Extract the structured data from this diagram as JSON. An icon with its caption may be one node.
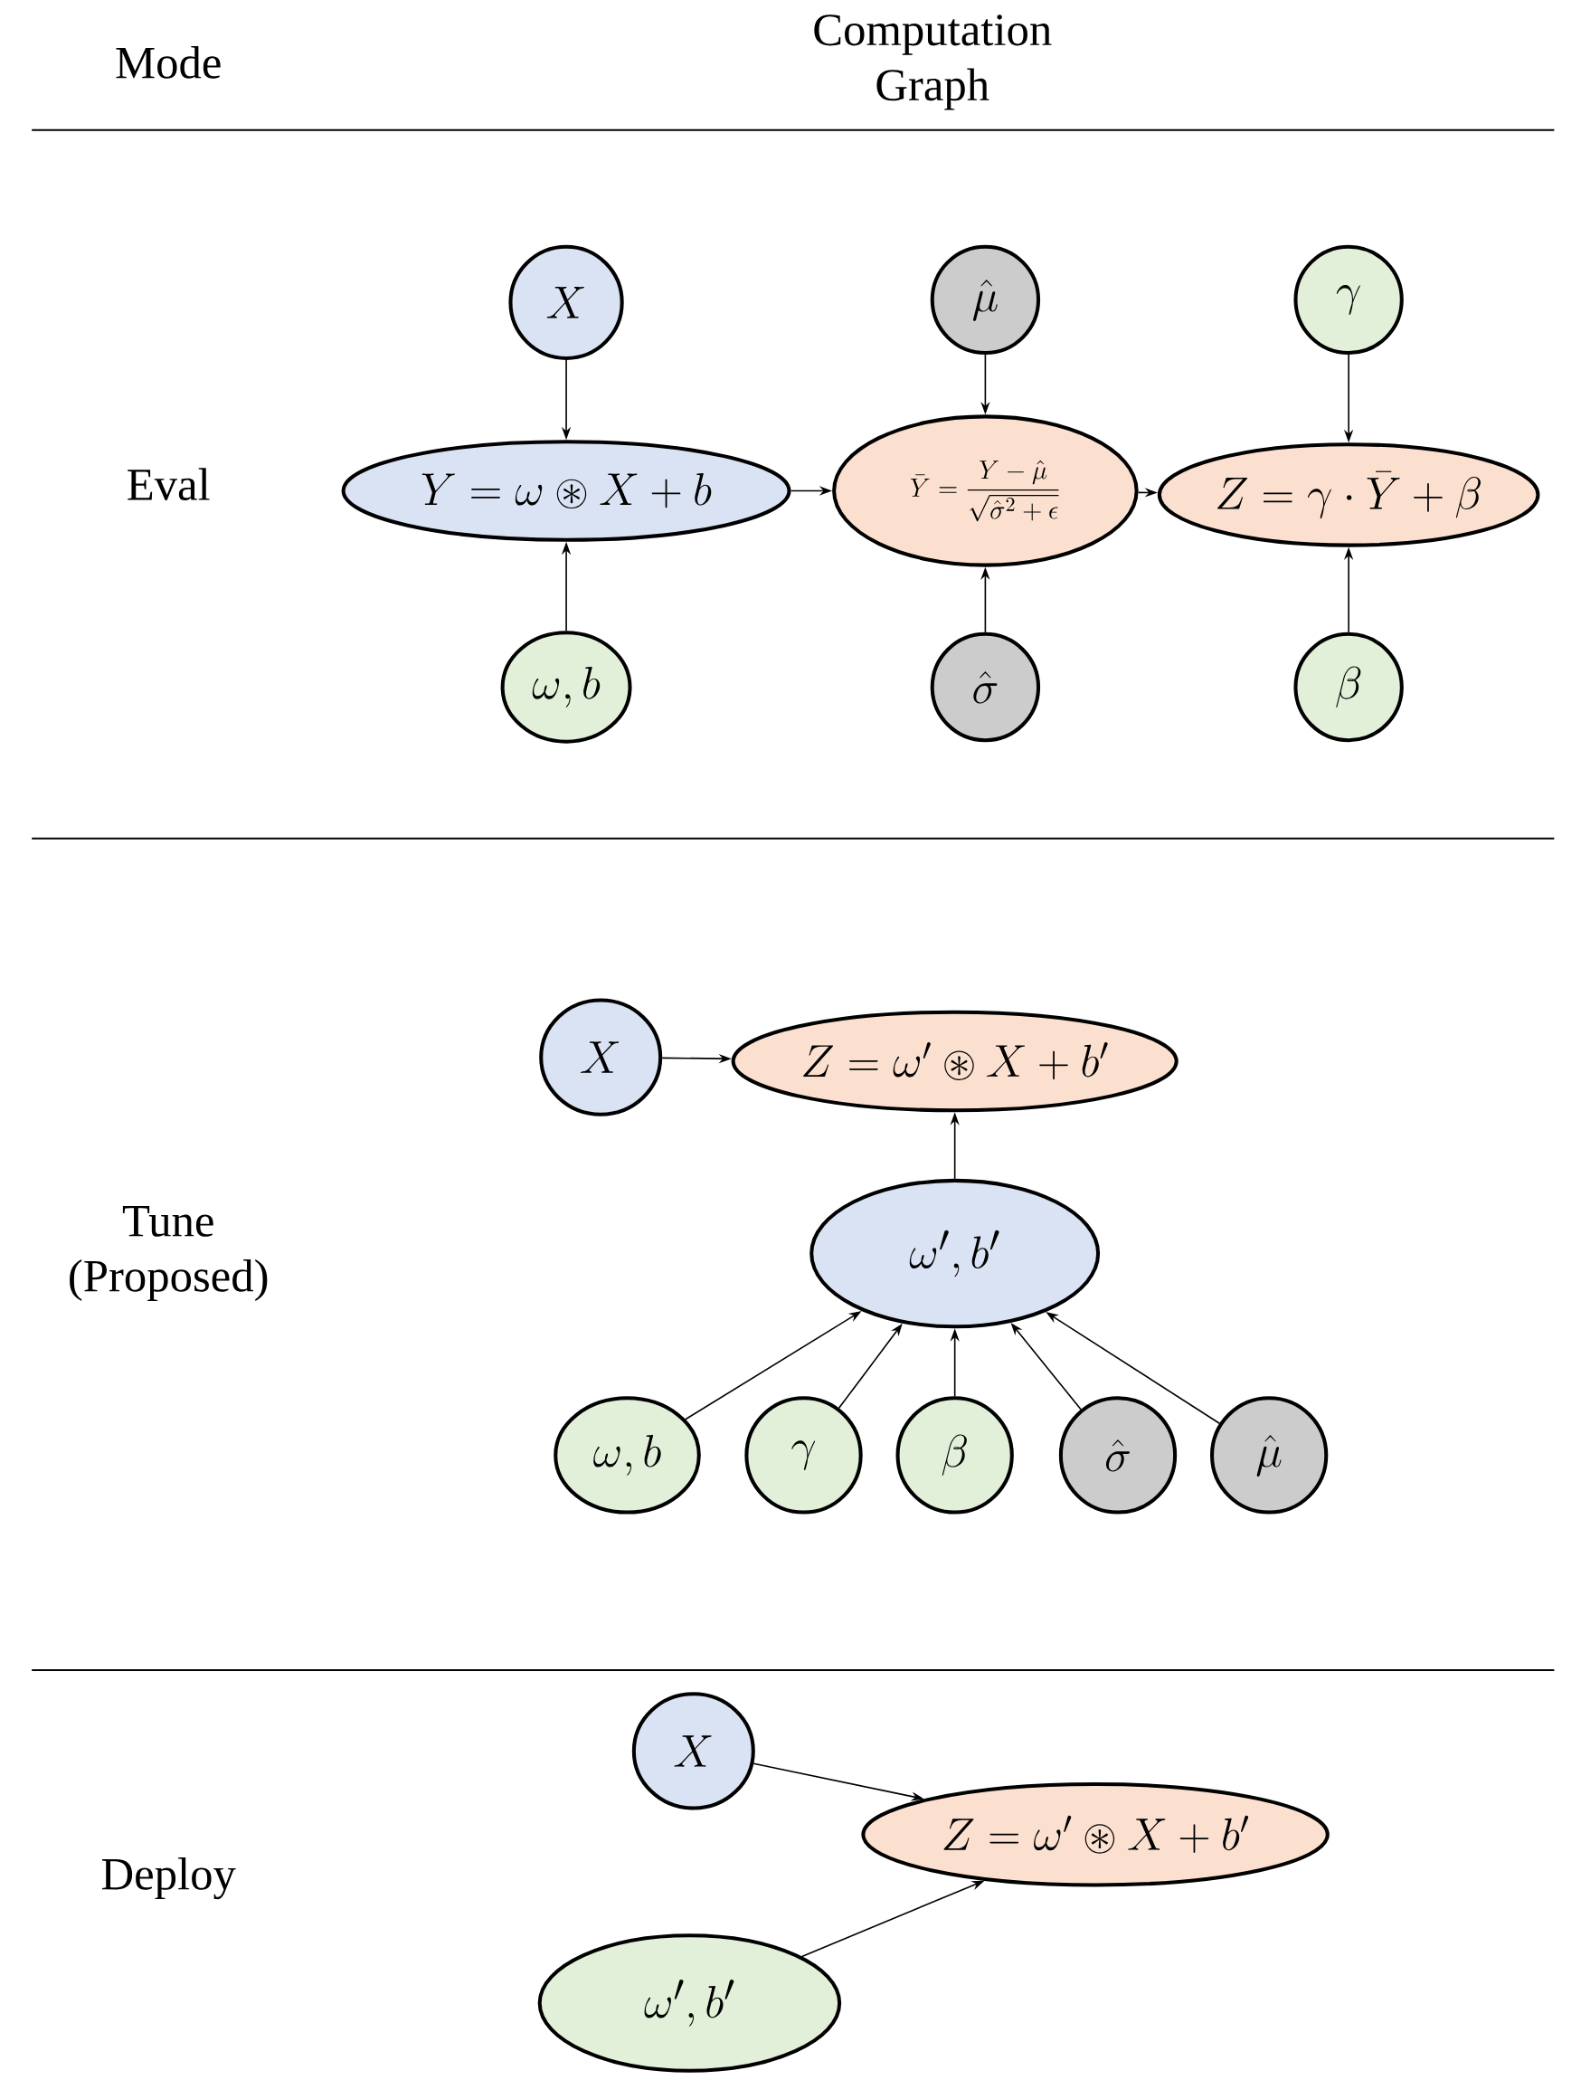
{
  "diagram": {
    "nodes": [
      {
        "text": [
          "X"
        ]
      },
      {
        "text": [
          "\\hat{\\mu}"
        ]
      },
      {
        "text": [
          "\\gamma"
        ]
      },
      {
        "text": [
          "Y = \\omega \\circledast X + b"
        ]
      },
      {
        "text": [
          "\\bar{Y} = \\frac{Y - \\hat{\\mu}}{\\sqrt{\\hat{\\sigma}^2 + \\epsilon}}"
        ]
      },
      {
        "text": [
          "Z = \\gamma \\cdot \\bar{Y} + \\beta"
        ]
      },
      {
        "text": [
          "\\omega, b"
        ]
      },
      {
        "text": [
          "\\hat{\\sigma}"
        ]
      },
      {
        "text": [
          "\\beta"
        ]
      },
      {
        "text": [
          "X"
        ]
      },
      {
        "text": [
          "Z = \\omega' \\circledast X + b'"
        ]
      },
      {
        "text": [
          "\\omega', b'"
        ]
      },
      {
        "text": [
          "\\omega, b"
        ]
      },
      {
        "text": [
          "\\gamma"
        ]
      },
      {
        "text": [
          "\\beta"
        ]
      },
      {
        "text": [
          "\\hat{\\sigma}"
        ]
      },
      {
        "text": [
          "\\hat{\\mu}"
        ]
      },
      {
        "text": [
          "X"
        ]
      },
      {
        "text": [
          "Z = \\omega' \\circledast X + b'"
        ]
      },
      {
        "text": [
          "\\omega', b'"
        ]
      }
    ],
    "edges": [
      {
        "from": 0,
        "to": 3,
        "arrow": "to"
      },
      {
        "from": 1,
        "to": 4,
        "arrow": "to"
      },
      {
        "from": 2,
        "to": 5,
        "arrow": "to"
      },
      {
        "from": 6,
        "to": 3,
        "arrow": "to"
      },
      {
        "from": 7,
        "to": 4,
        "arrow": "to"
      },
      {
        "from": 8,
        "to": 5,
        "arrow": "to"
      },
      {
        "from": 3,
        "to": 4,
        "arrow": "to"
      },
      {
        "from": 4,
        "to": 5,
        "arrow": "to"
      },
      {
        "from": 9,
        "to": 10,
        "arrow": "to"
      },
      {
        "from": 11,
        "to": 10,
        "arrow": "to"
      },
      {
        "from": 12,
        "to": 11,
        "arrow": "to"
      },
      {
        "from": 13,
        "to": 11,
        "arrow": "to"
      },
      {
        "from": 14,
        "to": 11,
        "arrow": "to"
      },
      {
        "from": 15,
        "to": 11,
        "arrow": "to"
      },
      {
        "from": 16,
        "to": 11,
        "arrow": "to"
      },
      {
        "from": 17,
        "to": 18,
        "arrow": "to"
      },
      {
        "from": 19,
        "to": 18,
        "arrow": "to"
      }
    ],
    "labels": [
      "Mode",
      "Computation Graph",
      "Eval",
      "Tune (Proposed)",
      "Deploy"
    ]
  }
}
